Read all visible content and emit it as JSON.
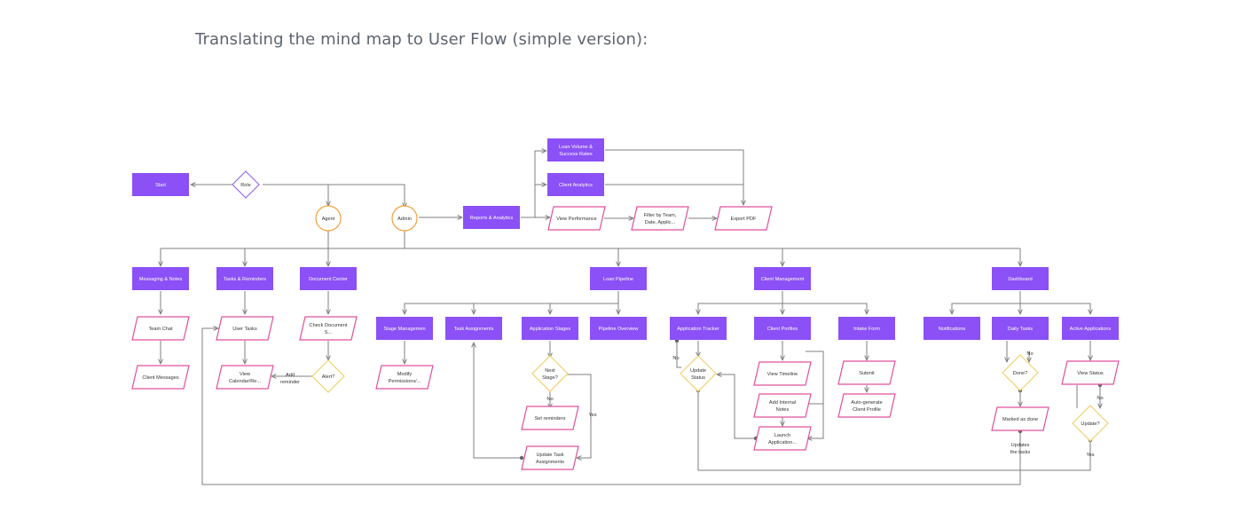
{
  "page": {
    "title": "Translating the mind map to User Flow (simple version):"
  },
  "colors": {
    "purple": "#8b50f6",
    "pink": "#e0509c",
    "orange": "#f3a03c",
    "yellow": "#f1d16e",
    "line": "#7f7f7f"
  },
  "nodes": {
    "start": "Start",
    "role": "Role",
    "agent": "Agent",
    "admin": "Admin",
    "reports": "Reports & Analytics",
    "loan_volume": "Loan Volume & Success Rates",
    "client_analytics": "Client Analytics",
    "view_performance": "View Performance",
    "filter": "Filter by Team, Date, Applic...",
    "export_pdf": "Export PDF",
    "messaging": "Messaging & Notes",
    "tasks_reminders": "Tasks & Reminders",
    "document_center": "Document Center",
    "loan_pipeline": "Loan Pipeline",
    "client_management": "Client Management",
    "dashboard": "Dashboard",
    "team_chat": "Team Chat",
    "client_messages": "Client Messages",
    "user_tasks": "User Tasks",
    "view_calendar": "View Calendar/Re...",
    "check_document": "Check Document S...",
    "alert": "Alert?",
    "add_reminder": "Add reminder",
    "stage_management": "Stage Managemen",
    "modify_permissions": "Modify Permissions/...",
    "task_assignments": "Task Assignments",
    "application_stages": "Application Stages",
    "pipeline_overview": "Pipeline Overview",
    "next_stage": "Next Stage?",
    "no_label": "No",
    "set_reminders": "Set reminders",
    "yes_label": "Yes",
    "update_task_assignments": "Update Task Assignments",
    "application_tracker": "Application Tracker",
    "update_status": "Update Status",
    "client_profiles": "Client Profiles",
    "view_timeline": "View Timeline",
    "add_internal_notes": "Add Internal Notes",
    "launch_application": "Launch Application...",
    "intake_form": "Intake Form",
    "submit": "Submit",
    "auto_generate": "Auto-generate Client Profile",
    "notifications": "Notifications",
    "daily_tasks": "Daily Tasks",
    "done": "Done?",
    "marked_done": "Marked as done",
    "updates_tasks": "Updates the tasks",
    "active_applications": "Active Applications",
    "view_status": "View Status",
    "update_q": "Update?"
  }
}
